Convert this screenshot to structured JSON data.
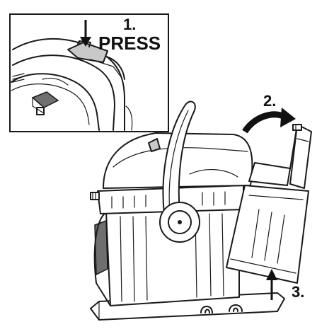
{
  "steps": {
    "step1_number": "1.",
    "step1_label": "PRESS",
    "step2_label": "2.",
    "step3_label": "3."
  },
  "colors": {
    "ink": "#1a1a1a",
    "shade": "#c9c9c9",
    "background": "#ffffff"
  },
  "icons": {
    "press_arrow": "arrow-down-icon",
    "rotate_arrow": "curved-arrow-right-icon",
    "lift_arrow": "arrow-up-icon"
  }
}
